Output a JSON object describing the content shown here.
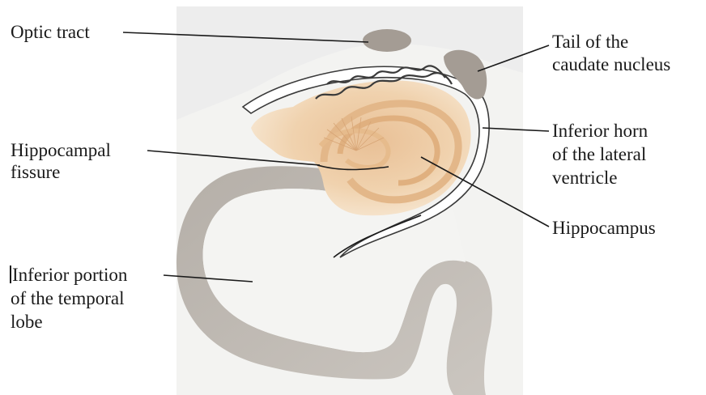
{
  "figure": {
    "labels": {
      "optic_tract": "Optic tract",
      "tail_caudate_1": "Tail of the",
      "tail_caudate_2": "caudate nucleus",
      "hippocampal_fissure_1": "Hippocampal",
      "hippocampal_fissure_2": "fissure",
      "inferior_horn_1": "Inferior horn",
      "inferior_horn_2": "of the lateral",
      "inferior_horn_3": "ventricle",
      "hippocampus": "Hippocampus",
      "inferior_portion_1": "Inferior portion",
      "inferior_portion_2": "of the temporal",
      "inferior_portion_3": "lobe"
    },
    "colors": {
      "background_panel": "#ededed",
      "white_matter": "#f3f3f1",
      "gray_matter": "#bcb6ae",
      "hippocampus": "#ecc9a0",
      "hippocampus_light": "#f6e1c4",
      "ventricle": "#ffffff",
      "outline": "#3a3a3a",
      "structure_dark": "#a49c94"
    }
  }
}
